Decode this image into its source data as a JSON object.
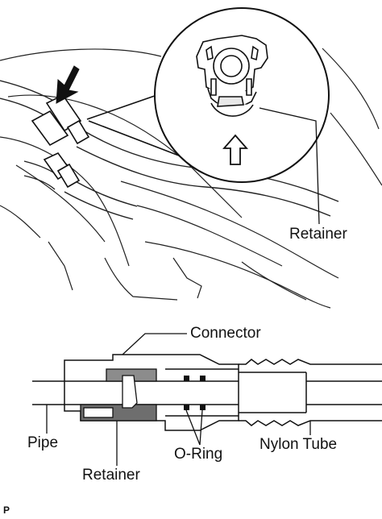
{
  "labels": {
    "retainer_top": "Retainer",
    "connector": "Connector",
    "pipe": "Pipe",
    "retainer_bottom": "Retainer",
    "o_ring": "O-Ring",
    "nylon_tube": "Nylon Tube"
  },
  "figure_code": "P",
  "colors": {
    "line": "#111111",
    "retainer_fill": "#7a7a7a",
    "background": "#ffffff"
  }
}
